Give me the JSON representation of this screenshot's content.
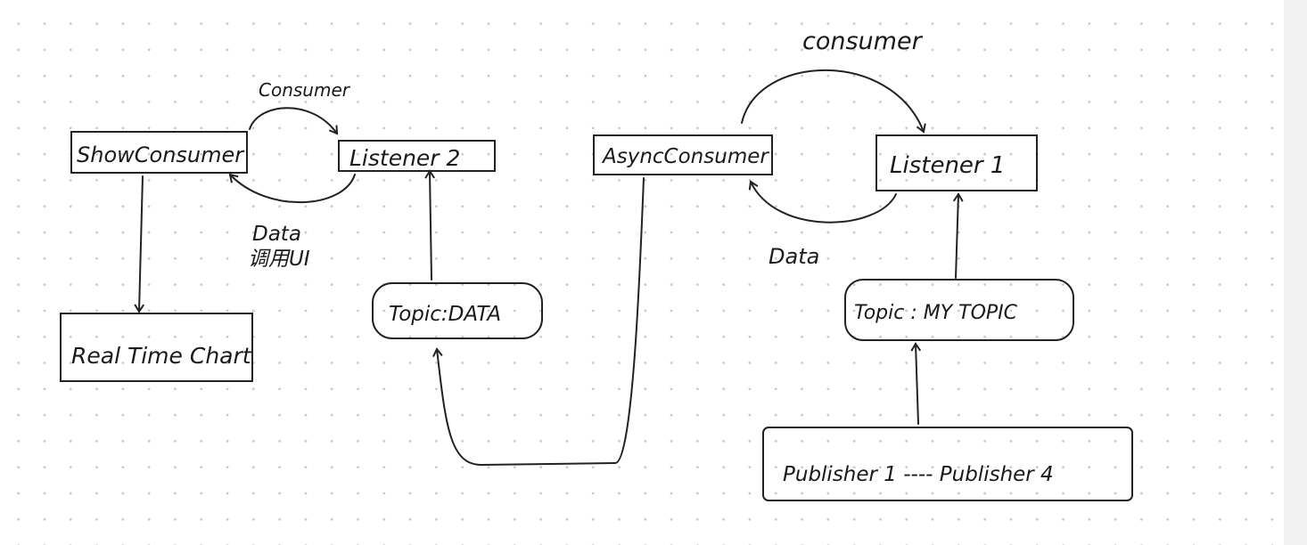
{
  "nodes": {
    "show_consumer": "ShowConsumer",
    "listener2": "Listener 2",
    "real_time_chart": "Real Time Chart",
    "topic_data": "Topic:DATA",
    "async_consumer": "AsyncConsumer",
    "listener1": "Listener 1",
    "topic_mytopic": "Topic : MY TOPIC",
    "publishers": "Publisher 1 ---- Publisher 4"
  },
  "labels": {
    "consumer_left": "Consumer",
    "data_left": "Data",
    "call_ui": "调用UI",
    "consumer_right": "consumer",
    "data_right": "Data"
  }
}
